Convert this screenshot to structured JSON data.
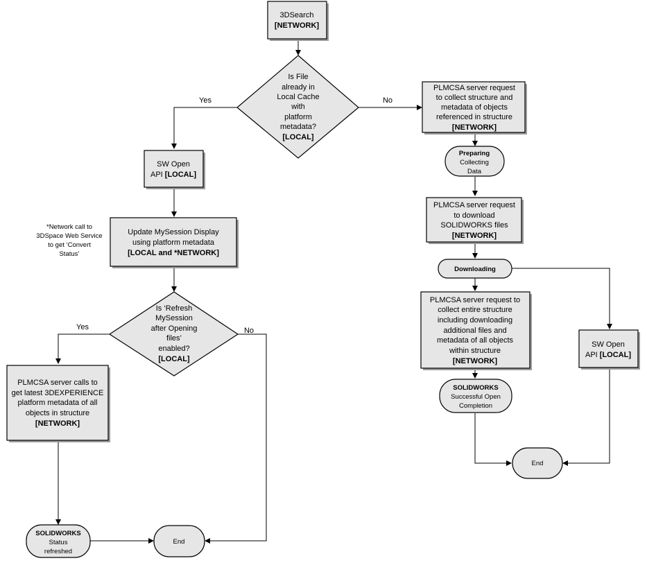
{
  "nodes": {
    "search": {
      "line1": "3DSearch",
      "line2": "[NETWORK]"
    },
    "cache_decision": {
      "line1": "Is File",
      "line2": "already in",
      "line3": "Local Cache",
      "line4": "with",
      "line5": "platform",
      "line6": "metadata?",
      "line7": "[LOCAL]"
    },
    "sw_open_left": {
      "line1": "SW Open",
      "line2": "API ",
      "line2_bold": "[LOCAL]"
    },
    "update_session": {
      "line1": "Update MySession Display",
      "line2": "using platform metadata",
      "line3": "[LOCAL and *NETWORK]"
    },
    "refresh_decision": {
      "line1": "Is ‘Refresh",
      "line2": "MySession",
      "line3": "after Opening",
      "line4": "files’",
      "line5": "enabled?",
      "line6": "[LOCAL]"
    },
    "plmcsa_calls": {
      "line1": "PLMCSA server calls to",
      "line2": "get latest 3DEXPERIENCE",
      "line3": "platform metadata of all",
      "line4": "objects in structure",
      "line5": "[NETWORK]"
    },
    "status_refreshed": {
      "line1": "SOLIDWORKS",
      "line2": "Status",
      "line3": "refreshed"
    },
    "end_left": {
      "line1": "End"
    },
    "plmcsa_collect": {
      "line1": "PLMCSA server request",
      "line2": "to collect structure and",
      "line3": "metadata of objects",
      "line4": "referenced in structure",
      "line5": "[NETWORK]"
    },
    "preparing": {
      "line1": "Preparing",
      "line2": "Collecting",
      "line3": "Data"
    },
    "plmcsa_download": {
      "line1": "PLMCSA server request",
      "line2": "to download",
      "line3": "SOLIDWORKS files",
      "line4": "[NETWORK]"
    },
    "downloading": {
      "line1": "Downloading"
    },
    "plmcsa_entire": {
      "line1": "PLMCSA server request to",
      "line2": "collect entire structure",
      "line3": "including downloading",
      "line4": "additional files and",
      "line5": "metadata of all objects",
      "line6": "within structure",
      "line7": "[NETWORK]"
    },
    "successful_open": {
      "line1": "SOLIDWORKS",
      "line2": "Successful Open",
      "line3": "Completion"
    },
    "end_right": {
      "line1": "End"
    },
    "sw_open_right": {
      "line1": "SW Open",
      "line2": "API ",
      "line2_bold": "[LOCAL]"
    }
  },
  "edge_labels": {
    "yes_top": "Yes",
    "no_top": "No",
    "yes_refresh": "Yes",
    "no_refresh": "No"
  },
  "note": {
    "line1": "*Network call to",
    "line2": "3DSpace Web Service",
    "line3": "to get ‘Convert",
    "line4": "Status’"
  }
}
